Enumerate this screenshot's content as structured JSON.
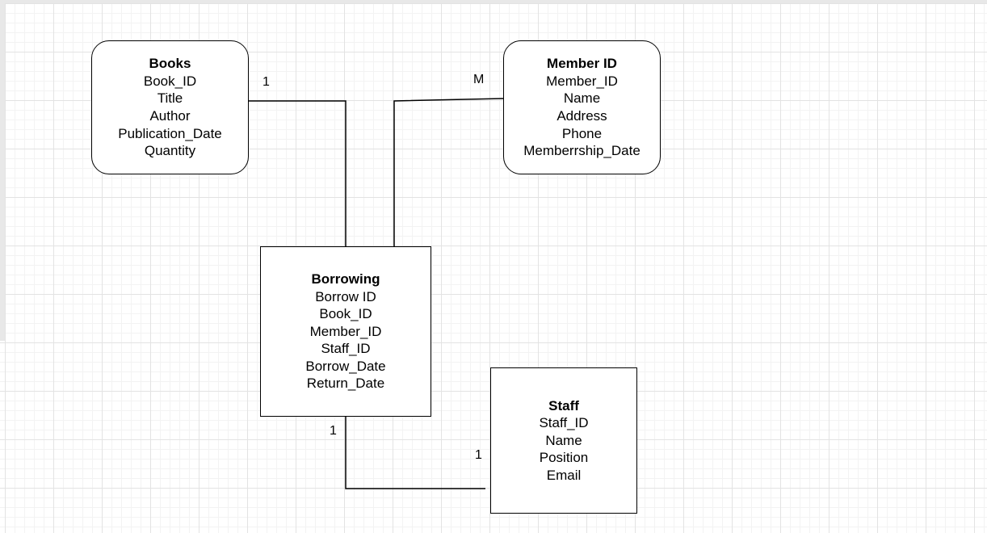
{
  "entities": {
    "books": {
      "title": "Books",
      "attributes": [
        "Book_ID",
        "Title",
        "Author",
        "Publication_Date",
        "Quantity"
      ]
    },
    "member": {
      "title": "Member ID",
      "attributes": [
        "Member_ID",
        "Name",
        "Address",
        "Phone",
        "Memberrship_Date"
      ]
    },
    "borrowing": {
      "title": "Borrowing",
      "attributes": [
        "Borrow ID",
        "Book_ID",
        "Member_ID",
        "Staff_ID",
        "Borrow_Date",
        "Return_Date"
      ]
    },
    "staff": {
      "title": "Staff",
      "attributes": [
        "Staff_ID",
        "Name",
        "Position",
        "Email"
      ]
    }
  },
  "cardinalities": {
    "books_side": "1",
    "member_side": "M",
    "borrowing_side": "1",
    "staff_side": "1"
  },
  "colors": {
    "line": "#000000",
    "grid": "#e3e3e3",
    "background": "#ffffff"
  }
}
